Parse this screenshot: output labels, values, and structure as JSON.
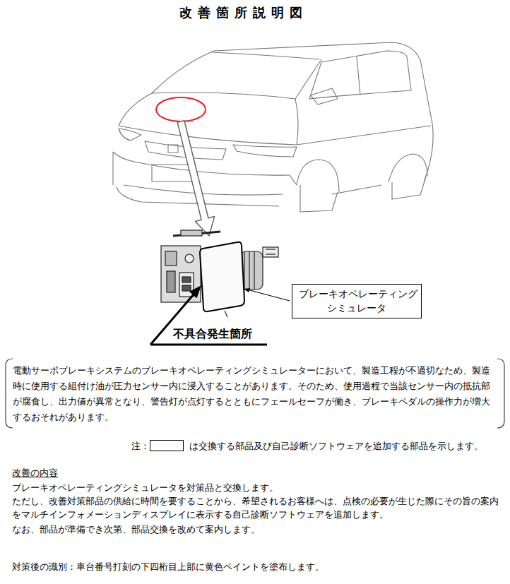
{
  "diagram": {
    "title": "改善箇所説明図",
    "nodes": [
      {
        "text": [
          "ブレーキオペレーティング シミュレータ"
        ]
      }
    ],
    "labels": [
      "不具合発生箇所",
      "電動サーボブレーキシステムのブレーキオペレーティングシミュレーターにおいて、製造工程が不適切なため、製造時に使用する組付け油が圧力センサー内に浸入することがあります。そのため、使用過程で当該センサー内の抵抗部が腐食し、出力値が異常となり、警告灯が点灯するとともにフェールセーフが働き、ブレーキペダルの操作力が増大するおそれがあります。",
      "注：",
      "改善の内容",
      "ブレーキオペレーティングシミュレータを対策品と交換します。",
      "ただし、改善対策部品の供給に時間を要することから、希望されるお客様へは、点検の必要が生じた際にその旨の案内をマルチインフォメーションディスプレイに表示する自己診断ソフトウェアを追加します。",
      "なお、部品が準備でき次第、部品交換を改めて案内します。",
      "対策後の識別：車台番号打刻の下四桁目上部に黄色ペイントを塗布します。"
    ],
    "legend": [
      {
        "text": "は交換する部品及び自己診断ソフトウェアを追加する部品を示します。"
      }
    ]
  }
}
